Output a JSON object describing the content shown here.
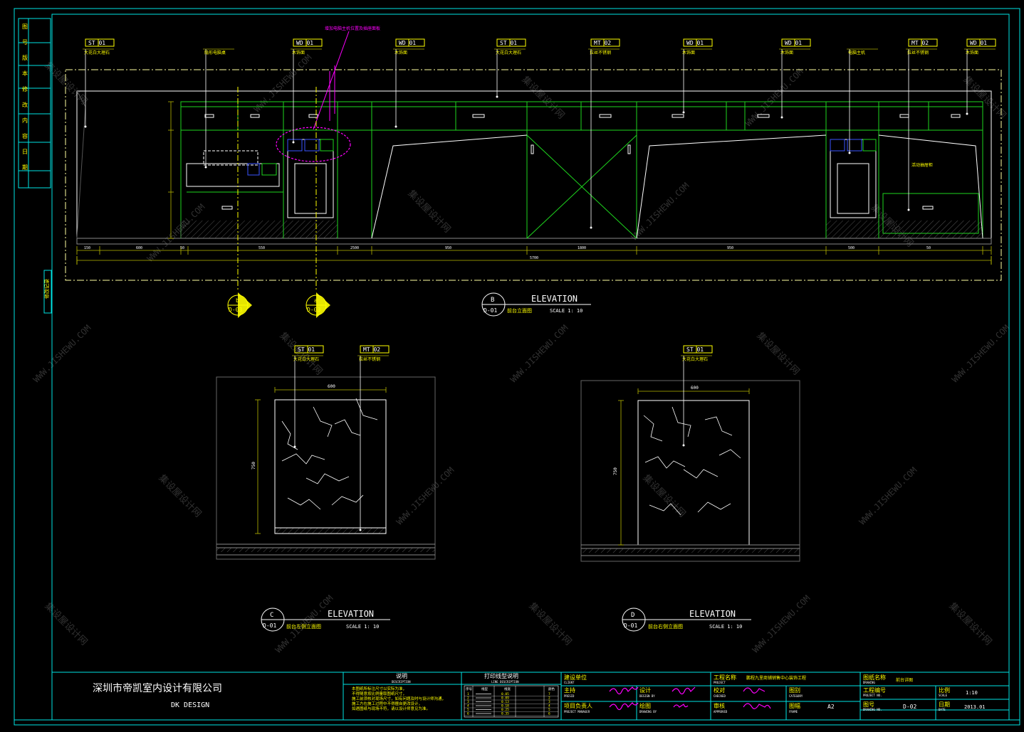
{
  "colors": {
    "background": "#000000",
    "frame": "#00e5e5",
    "outline": "#ffffff",
    "cabinet": "#1ed61e",
    "tag": "#ffff00",
    "dimension": "#b8b800",
    "revision": "#ff00ff",
    "blue": "#3a55ff",
    "watermark": "#5a5a5a"
  },
  "tags": {
    "b_elevation": [
      {
        "code": "ST 01",
        "label": "大花白大理石"
      },
      {
        "code": "",
        "label": "隐形电脑桌"
      },
      {
        "code": "WD 01",
        "label": "木饰面"
      },
      {
        "code": "WD 01",
        "label": "木饰面"
      },
      {
        "code": "ST 01",
        "label": "大花白大理石"
      },
      {
        "code": "MT 02",
        "label": "拉丝不锈钢"
      },
      {
        "code": "WD 01",
        "label": "木饰面"
      },
      {
        "code": "WD 01",
        "label": "木饰面"
      },
      {
        "code": "",
        "label": "电脑主机"
      },
      {
        "code": "MT 02",
        "label": "拉丝不锈钢"
      },
      {
        "code": "WD 01",
        "label": "木饰面"
      }
    ],
    "c_elevation": [
      {
        "code": "ST 01",
        "label": "大花白大理石"
      },
      {
        "code": "MT 02",
        "label": "拉丝不锈钢"
      }
    ],
    "d_elevation": [
      {
        "code": "ST 01",
        "label": "大花白大理石"
      }
    ]
  },
  "revision_note": "增加电脑主机位置及插座面板",
  "cabinet_note": "活动抽屉柜",
  "dimensions": {
    "b_bottom": [
      "150",
      "600",
      "50",
      "550",
      "2500",
      "950",
      "1800",
      "950",
      "500",
      "50"
    ],
    "b_total": "5700",
    "c_width": "600",
    "c_height": "750",
    "d_width": "600",
    "d_height": "750"
  },
  "section_markers": [
    {
      "letter": "b",
      "sheet": "D-03"
    },
    {
      "letter": "a",
      "sheet": "D-03"
    }
  ],
  "elevations": [
    {
      "letter": "B",
      "sheet": "D-01",
      "title": "ELEVATION",
      "name": "前台立面图",
      "scale": "SCALE  1: 10"
    },
    {
      "letter": "C",
      "sheet": "D-01",
      "title": "ELEVATION",
      "name": "前台左侧立面图",
      "scale": "SCALE  1: 10"
    },
    {
      "letter": "D",
      "sheet": "D-01",
      "title": "ELEVATION",
      "name": "前台右侧立面图",
      "scale": "SCALE  1: 10"
    }
  ],
  "side_strip": [
    "图",
    "号",
    "版",
    "本",
    "修",
    "改",
    "内",
    "容",
    "日",
    "期"
  ],
  "side_label": "修改记录",
  "watermark": {
    "cn": "集设屋设计网",
    "en": "WWW.JISHEWU.COM"
  },
  "title_block": {
    "company_cn": "深圳市帝凯室内设计有限公司",
    "company_en": "DK  DESIGN",
    "notes_title": "说明",
    "notes_sub": "DESCRIPTION",
    "notes": [
      "本图纸所标注尺寸以实际为准，",
      "不得随意按比例量取图纸尺寸，",
      "施工前须核对现场尺寸，如有问题及时与设计师沟通，",
      "施工方在施工过程中不得擅自更改设计，",
      "如遇图纸与现场不符，请以设计师意见为准。"
    ],
    "line_title": "打印线型说明",
    "line_sub": "LINE DESCRIPTION",
    "line_cols": [
      "序号",
      "线型",
      "线宽",
      "颜色"
    ],
    "line_rows": [
      [
        "1",
        "0.05",
        "7"
      ],
      [
        "2",
        "0.09",
        "2"
      ],
      [
        "3",
        "0.13",
        "3"
      ],
      [
        "4",
        "0.18",
        "4"
      ],
      [
        "5",
        "0.25",
        "5"
      ],
      [
        "6",
        "0.35",
        "6"
      ]
    ],
    "client_label": "建设单位",
    "client_sub": "CLIENT",
    "presid_label": "主持",
    "presid_sub": "PRESID",
    "design_label": "设计",
    "design_sub": "DESIGN BY",
    "pm_label": "项目负责人",
    "pm_sub": "PROJECT MANAGER",
    "drawn_label": "绘图",
    "drawn_sub": "DRAWING BY",
    "checked_label": "校对",
    "checked_sub": "CHECKED",
    "approved_label": "审核",
    "approved_sub": "APPROVED",
    "project_label": "工程名称",
    "project_sub": "PROJECT",
    "project_name": "鹏程九里商铺销售中心装饰工程",
    "category_label": "图别",
    "category_sub": "CATEGORY",
    "frame_label": "图幅",
    "frame_sub": "FRAME",
    "frame_value": "A2",
    "drawing_name_label": "图纸名称",
    "drawing_name_sub": "DRAWING",
    "drawing_name": "前台详图",
    "project_no_label": "工程编号",
    "project_no_sub": "PROJECT NO.",
    "drawing_no_label": "图号",
    "drawing_no_sub": "DRAWING NO.",
    "drawing_no": "D-02",
    "scale_label": "比例",
    "scale_sub": "SCALE",
    "scale_value": "1:10",
    "date_label": "日期",
    "date_sub": "DATE",
    "date_value": "2013.01"
  }
}
